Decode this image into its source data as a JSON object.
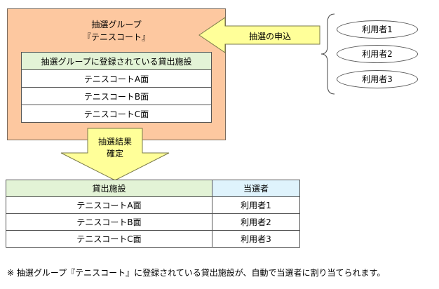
{
  "group": {
    "title_line1": "抽選グループ",
    "title_line2": "『テニスコート』",
    "table_header": "抽選グループに登録されている貸出施設",
    "facilities": [
      "テニスコートA面",
      "テニスコートB面",
      "テニスコートC面"
    ]
  },
  "request_label": "抽選の申込",
  "users": [
    "利用者1",
    "利用者2",
    "利用者3"
  ],
  "result_arrow": {
    "line1": "抽選結果",
    "line2": "確定"
  },
  "result_table": {
    "headers": [
      "貸出施設",
      "当選者"
    ],
    "rows": [
      [
        "テニスコートA面",
        "利用者1"
      ],
      [
        "テニスコートB面",
        "利用者2"
      ],
      [
        "テニスコートC面",
        "利用者3"
      ]
    ]
  },
  "note": "※ 抽選グループ『テニスコート』に登録されている貸出施設が、自動で当選者に割り当てられます。",
  "colors": {
    "group_bg": "#fdc8a0",
    "arrow_fill": "#ffff99",
    "table_header_green": "#e3f3d6",
    "table_header_blue": "#dff3fc"
  }
}
